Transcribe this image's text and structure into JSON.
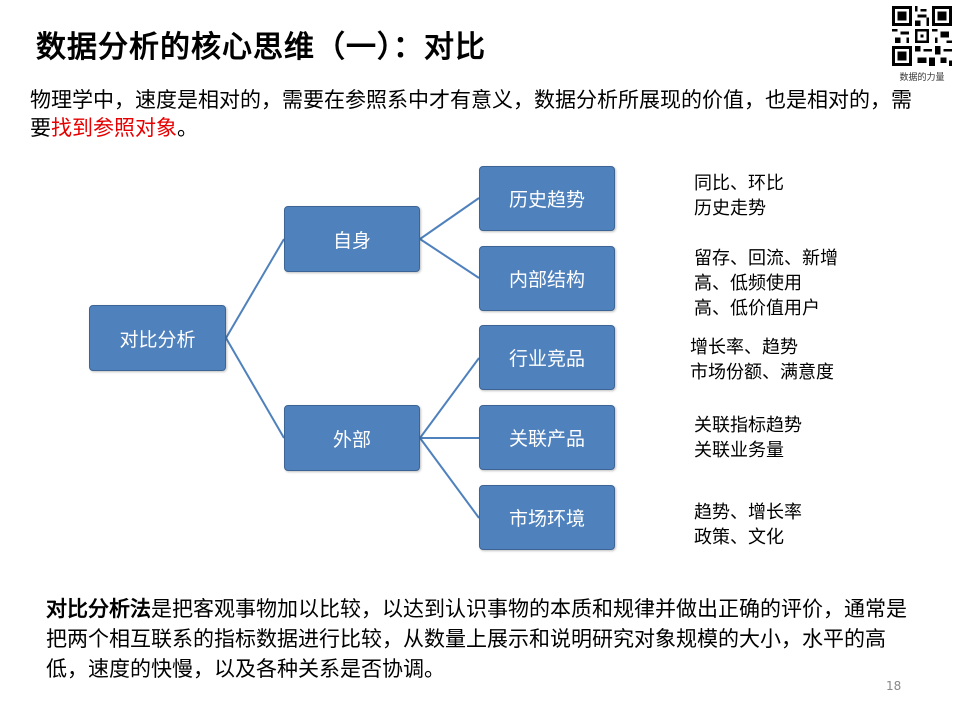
{
  "slide": {
    "title": "数据分析的核心思维（一）：对比",
    "qr_caption": "数据的力量",
    "intro_text_before": "物理学中，速度是相对的，需要在参照系中才有意义，数据分析所展现的价值，也是相对的，需要",
    "intro_highlight": "找到参照对象",
    "intro_text_after": "。",
    "highlight_color": "#e60000",
    "page_number": "18"
  },
  "diagram": {
    "node_color": "#4f81bd",
    "root": "对比分析",
    "branches": [
      "自身",
      "外部"
    ],
    "leaves": [
      "历史趋势",
      "内部结构",
      "行业竞品",
      "关联产品",
      "市场环境"
    ],
    "notes": [
      [
        "同比、环比",
        "历史走势"
      ],
      [
        "留存、回流、新增",
        "高、低频使用",
        "高、低价值用户"
      ],
      [
        "增长率、趋势",
        "市场份额、满意度"
      ],
      [
        "关联指标趋势",
        "关联业务量"
      ],
      [
        "趋势、增长率",
        "政策、文化"
      ]
    ]
  },
  "description": {
    "bold": "对比分析法",
    "text": "是把客观事物加以比较，以达到认识事物的本质和规律并做出正确的评价，通常是把两个相互联系的指标数据进行比较，从数量上展示和说明研究对象规模的大小，水平的高低，速度的快慢，以及各种关系是否协调。"
  }
}
